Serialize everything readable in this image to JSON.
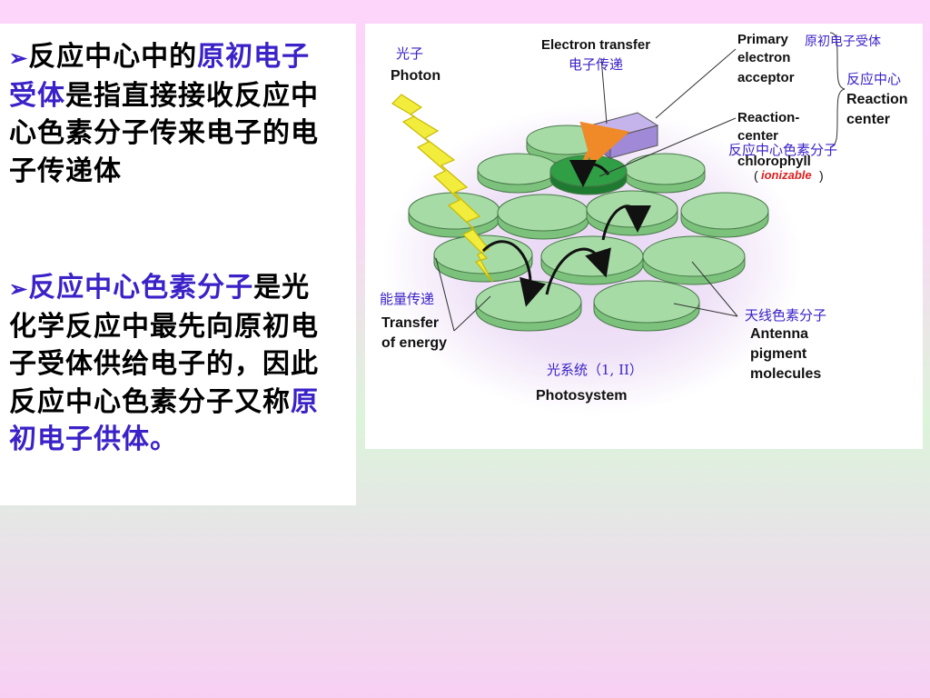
{
  "left_text": {
    "bullet": "➢",
    "p1": {
      "a": "反应中心中的",
      "b": "原初电子受体",
      "c": "是指直接接收反应中心色素分子传来电子的电子传递体"
    },
    "p2": {
      "a": "反应中心色素分子",
      "b": "是光化学反应中最先向原初电子受体供给电子的，因此反应中心色素分子又称",
      "c": "原初电子供体",
      "d": "。"
    }
  },
  "diagram": {
    "photon_cn": "光子",
    "photon_en": "Photon",
    "electron_transfer_en": "Electron transfer",
    "electron_transfer_cn": "电子传递",
    "primary_acceptor_en_1": "Primary",
    "primary_acceptor_en_2": "electron",
    "primary_acceptor_en_3": "acceptor",
    "primary_acceptor_cn": "原初电子受体",
    "reaction_center_cn": "反应中心",
    "reaction_center_en_1": "Reaction",
    "reaction_center_en_2": "center",
    "rc_chlorophyll_en_1": "Reaction-",
    "rc_chlorophyll_en_2": "center",
    "rc_chlorophyll_en_3": "chlorophyll",
    "rc_chlorophyll_cn": "反应中心色素分子",
    "ionizable": "ionizable",
    "energy_transfer_cn": "能量传递",
    "energy_transfer_en_1": "Transfer",
    "energy_transfer_en_2": "of energy",
    "antenna_cn": "天线色素分子",
    "antenna_en_1": "Antenna",
    "antenna_en_2": "pigment",
    "antenna_en_3": "molecules",
    "photosystem_cn": "光系统（1, II）",
    "photosystem_en": "Photosystem"
  },
  "colors": {
    "highlight": "#3a22c8",
    "disk_fill": "#a6dba6",
    "disk_side": "#7cc27c",
    "rc_disk": "#2f9e44",
    "acceptor_box": "#a089d6",
    "photon_bolt": "#f2ec3c",
    "arrow_orange": "#f08a28",
    "label_cn": "#3a22c8",
    "ionizable_red": "#e02020"
  }
}
